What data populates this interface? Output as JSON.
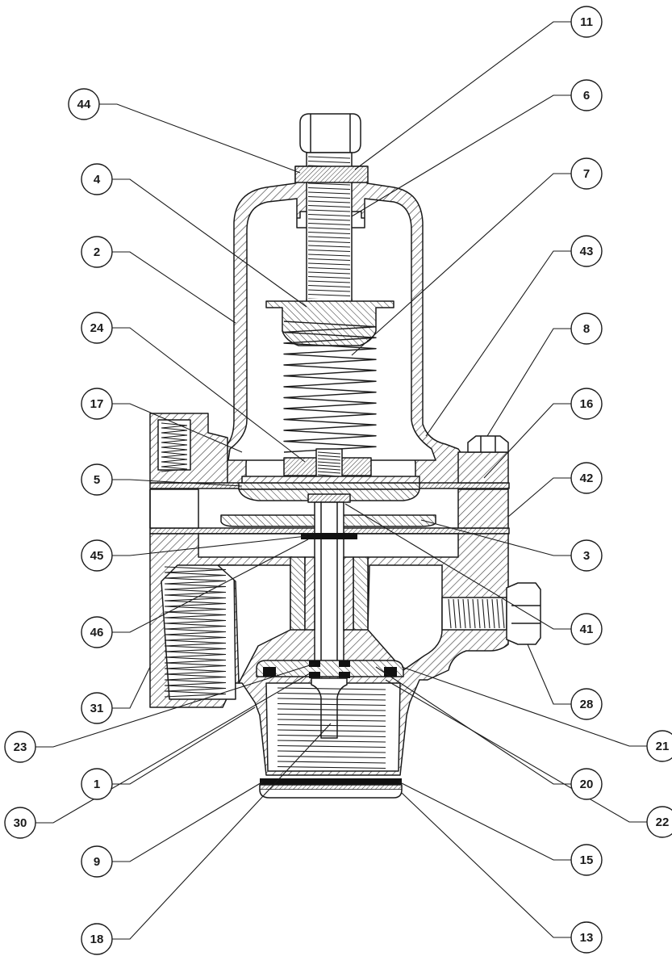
{
  "diagram": {
    "colors": {
      "line": "#1a1a1a",
      "hatch": "#333333",
      "background": "#ffffff",
      "seal": "#111111"
    },
    "callouts": [
      {
        "id": "11"
      },
      {
        "id": "44"
      },
      {
        "id": "6"
      },
      {
        "id": "4"
      },
      {
        "id": "7"
      },
      {
        "id": "2"
      },
      {
        "id": "43"
      },
      {
        "id": "24"
      },
      {
        "id": "8"
      },
      {
        "id": "17"
      },
      {
        "id": "16"
      },
      {
        "id": "5"
      },
      {
        "id": "42"
      },
      {
        "id": "45"
      },
      {
        "id": "3"
      },
      {
        "id": "46"
      },
      {
        "id": "41"
      },
      {
        "id": "31"
      },
      {
        "id": "28"
      },
      {
        "id": "23"
      },
      {
        "id": "21"
      },
      {
        "id": "1"
      },
      {
        "id": "20"
      },
      {
        "id": "30"
      },
      {
        "id": "22"
      },
      {
        "id": "9"
      },
      {
        "id": "15"
      },
      {
        "id": "18"
      },
      {
        "id": "13"
      }
    ]
  }
}
